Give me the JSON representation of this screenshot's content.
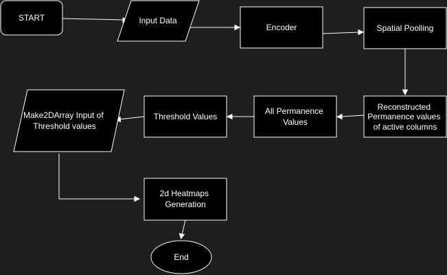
{
  "diagram": {
    "colors": {
      "background": "#1e1e1e",
      "node_fill": "#000000",
      "stroke": "#ffffff",
      "text": "#ffffff"
    },
    "nodes": {
      "start": {
        "shape": "rounded-rectangle",
        "label": "START"
      },
      "input_data": {
        "shape": "parallelogram",
        "label": "Input Data"
      },
      "encoder": {
        "shape": "rectangle",
        "label": "Encoder"
      },
      "spatial_pooling": {
        "shape": "rectangle",
        "label": "Spatial Poolling"
      },
      "reconstructed": {
        "shape": "rectangle",
        "label_lines": [
          "Reconstructed",
          "Permanence values",
          "of active columns"
        ]
      },
      "all_permanence": {
        "shape": "rectangle",
        "label_lines": [
          "All Permanence",
          "Values"
        ]
      },
      "threshold_values": {
        "shape": "rectangle",
        "label": "Threshold Values"
      },
      "make2darray": {
        "shape": "parallelogram",
        "label_lines": [
          "Make2DArray Input of",
          "Threshold values"
        ]
      },
      "heatmaps": {
        "shape": "rectangle",
        "label_lines": [
          "2d Heatmaps",
          "Generation"
        ]
      },
      "end": {
        "shape": "ellipse",
        "label": "End"
      }
    },
    "edges": [
      {
        "from": "START",
        "to": "Input Data"
      },
      {
        "from": "Input Data",
        "to": "Encoder"
      },
      {
        "from": "Encoder",
        "to": "Spatial Poolling"
      },
      {
        "from": "Spatial Poolling",
        "to": "Reconstructed Permanence values of active columns"
      },
      {
        "from": "Reconstructed Permanence values of active columns",
        "to": "All Permanence Values"
      },
      {
        "from": "All Permanence Values",
        "to": "Threshold Values"
      },
      {
        "from": "Threshold Values",
        "to": "Make2DArray Input of Threshold values"
      },
      {
        "from": "Make2DArray Input of Threshold values",
        "to": "2d Heatmaps Generation"
      },
      {
        "from": "2d Heatmaps Generation",
        "to": "End"
      }
    ]
  }
}
